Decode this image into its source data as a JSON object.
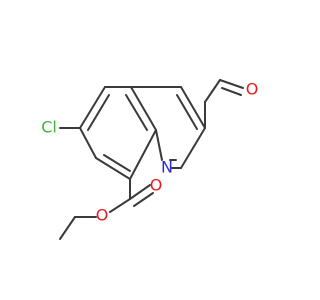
{
  "molecule": {
    "atoms": {
      "chlorine": {
        "symbol": "Cl",
        "color": "#3cb43c"
      },
      "nitrogen": {
        "symbol": "N",
        "color": "#2b2bd8"
      },
      "aldehyde_oxygen": {
        "symbol": "O",
        "color": "#e02020"
      },
      "ester_carbonyl_oxygen": {
        "symbol": "O",
        "color": "#e02020"
      },
      "ester_ether_oxygen": {
        "symbol": "O",
        "color": "#e02020"
      }
    },
    "bond_color": "#3a3a3a"
  }
}
